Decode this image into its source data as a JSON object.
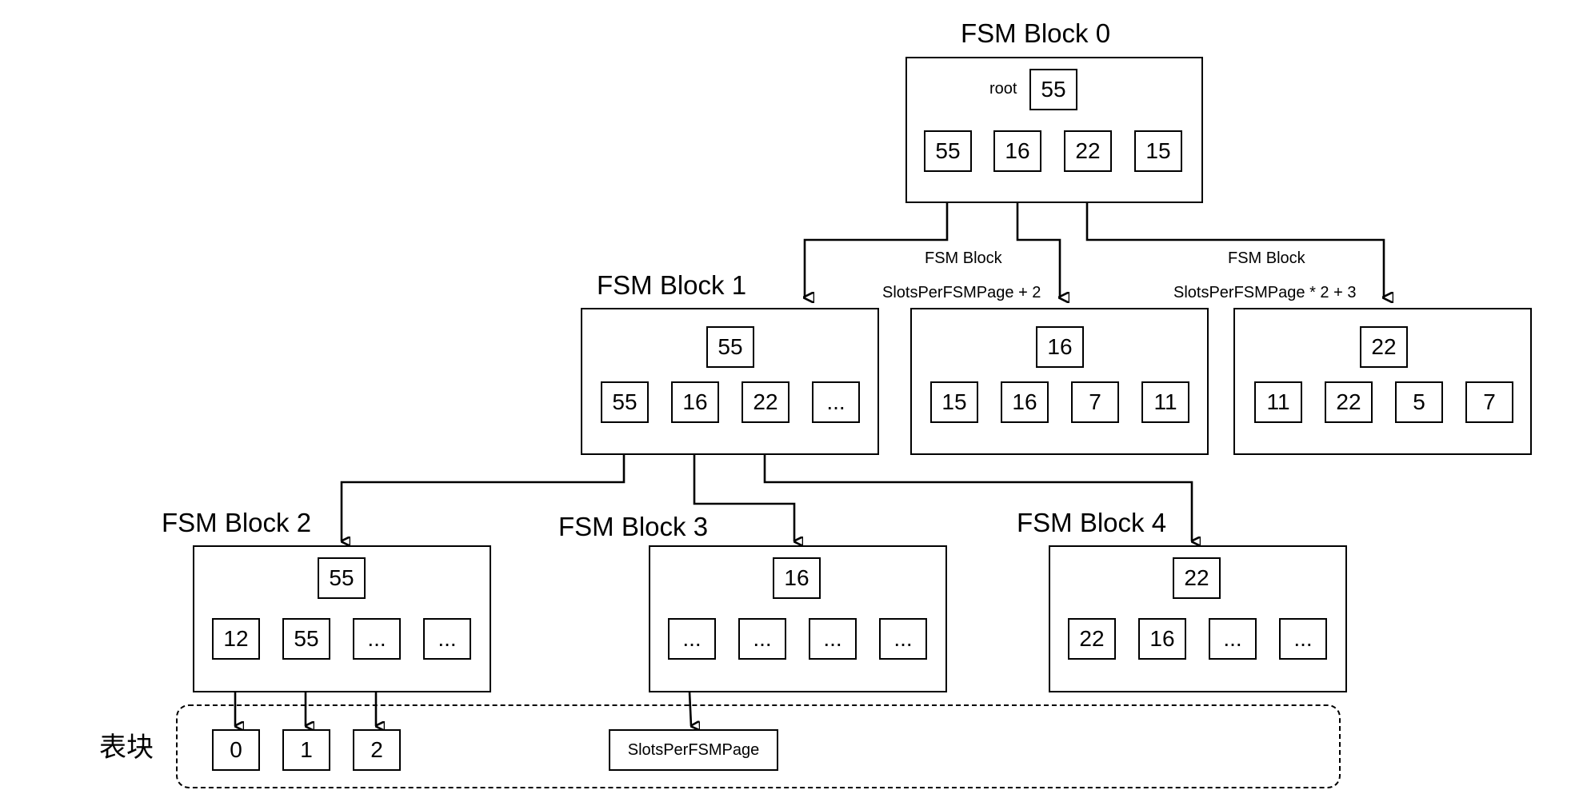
{
  "fsm_blocks": {
    "block0": {
      "title": "FSM Block 0",
      "root_label": "root",
      "root": "55",
      "slots": [
        "55",
        "16",
        "22",
        "15"
      ]
    },
    "block1": {
      "title": "FSM Block 1",
      "root": "55",
      "slots": [
        "55",
        "16",
        "22",
        "..."
      ]
    },
    "block1b": {
      "label_line1": "FSM Block",
      "label_line2": "SlotsPerFSMPage + 2",
      "root": "16",
      "slots": [
        "15",
        "16",
        "7",
        "11"
      ]
    },
    "block1c": {
      "label_line1": "FSM Block",
      "label_line2": "SlotsPerFSMPage * 2 + 3",
      "root": "22",
      "slots": [
        "11",
        "22",
        "5",
        "7"
      ]
    },
    "block2": {
      "title": "FSM Block 2",
      "root": "55",
      "slots": [
        "12",
        "55",
        "...",
        "..."
      ]
    },
    "block3": {
      "title": "FSM Block 3",
      "root": "16",
      "slots": [
        "...",
        "...",
        "...",
        "..."
      ]
    },
    "block4": {
      "title": "FSM Block 4",
      "root": "22",
      "slots": [
        "22",
        "16",
        "...",
        "..."
      ]
    }
  },
  "heap": {
    "label": "表块",
    "pages": [
      "0",
      "1",
      "2",
      "SlotsPerFSMPage"
    ]
  }
}
